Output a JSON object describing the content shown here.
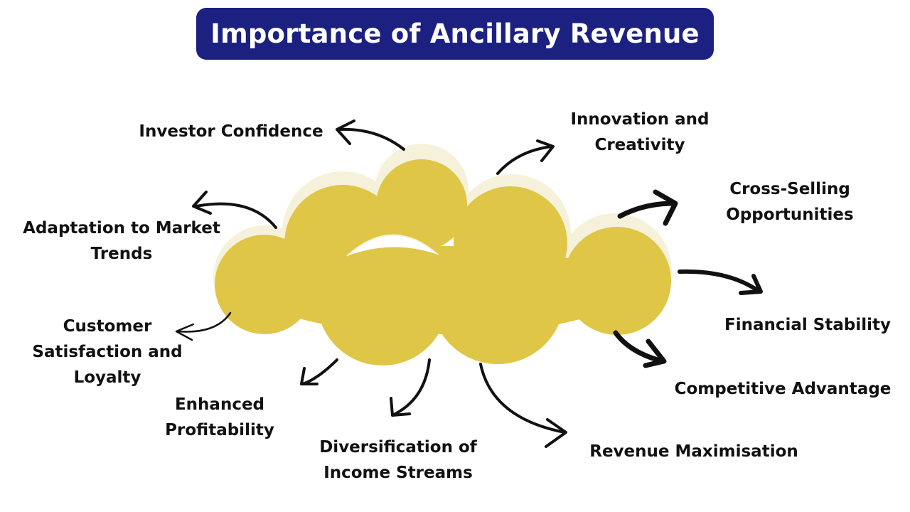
{
  "title": "Importance of Ancillary Revenue",
  "colors": {
    "title_background": "#1c2181",
    "title_text": "#ffffff",
    "cloud_fill": "#e0c646",
    "arrow_stroke": "#111111",
    "label_text": "#111111"
  },
  "labels": {
    "investor_confidence": [
      "Investor Confidence"
    ],
    "innovation": [
      "Innovation and",
      "Creativity"
    ],
    "cross_selling": [
      "Cross-Selling",
      "Opportunities"
    ],
    "adaptation": [
      "Adaptation to Market",
      "Trends"
    ],
    "financial_stability": [
      "Financial Stability"
    ],
    "customer_satisfaction": [
      "Customer",
      "Satisfaction and",
      "Loyalty"
    ],
    "competitive_advantage": [
      "Competitive Advantage"
    ],
    "enhanced_profitability": [
      "Enhanced",
      "Profitability"
    ],
    "diversification": [
      "Diversification of",
      "Income Streams"
    ],
    "revenue_maximisation": [
      "Revenue Maximisation"
    ]
  }
}
